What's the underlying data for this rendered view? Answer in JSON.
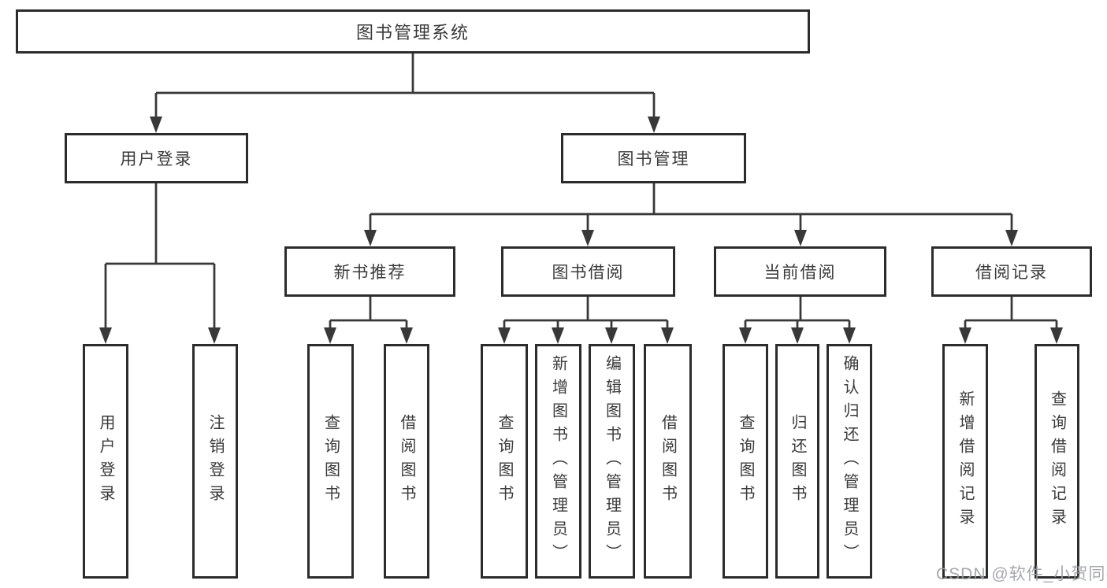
{
  "tree": {
    "label": "图书管理系统",
    "children": [
      {
        "label": "用户登录",
        "children": [
          {
            "label": "用户登录"
          },
          {
            "label": "注销登录"
          }
        ]
      },
      {
        "label": "图书管理",
        "children": [
          {
            "label": "新书推荐",
            "children": [
              {
                "label": "查询图书"
              },
              {
                "label": "借阅图书"
              }
            ]
          },
          {
            "label": "图书借阅",
            "children": [
              {
                "label": "查询图书"
              },
              {
                "label": "新增图书（管理员）"
              },
              {
                "label": "编辑图书（管理员）"
              },
              {
                "label": "借阅图书"
              }
            ]
          },
          {
            "label": "当前借阅",
            "children": [
              {
                "label": "查询图书"
              },
              {
                "label": "归还图书"
              },
              {
                "label": "确认归还（管理员）"
              }
            ]
          },
          {
            "label": "借阅记录",
            "children": [
              {
                "label": "新增借阅记录"
              },
              {
                "label": "查询借阅记录"
              }
            ]
          }
        ]
      }
    ]
  },
  "watermark": {
    "text": "CSDN @软件_小贺同学"
  },
  "colors": {
    "line": "#383838",
    "box_border": "#2c2c2c",
    "text": "#3a3a3a",
    "background": "#ffffff",
    "watermark": "#9b9fa5"
  }
}
